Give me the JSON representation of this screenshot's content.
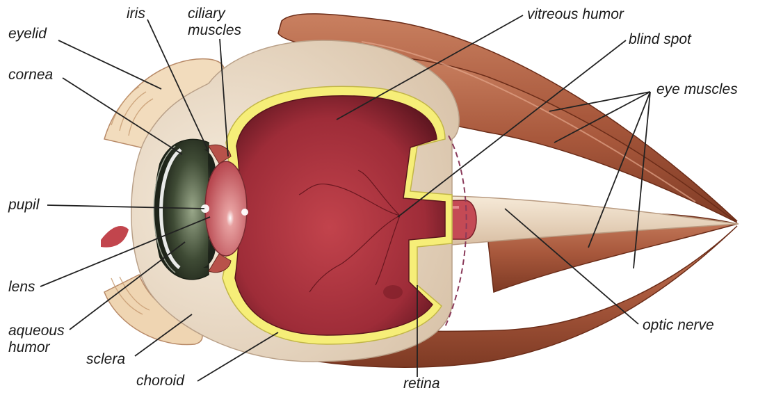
{
  "labels": {
    "eyelid": "eyelid",
    "cornea": "cornea",
    "iris": "iris",
    "ciliary_muscles": [
      "ciliary",
      "muscles"
    ],
    "vitreous_humor": "vitreous humor",
    "blind_spot": "blind spot",
    "eye_muscles": "eye muscles",
    "pupil": "pupil",
    "lens": "lens",
    "aqueous_humor": [
      "aqueous",
      "humor"
    ],
    "sclera": "sclera",
    "choroid": "choroid",
    "retina": "retina",
    "optic_nerve": "optic nerve"
  },
  "colors": {
    "muscle": "#b5684a",
    "muscle_dark": "#7a3320",
    "sclera": "#eee0cc",
    "choroid_yellow": "#f7ef7a",
    "vitreous": "#a8323f",
    "vitreous_dark": "#6b1a22",
    "lens": "#c8565a",
    "iris": "#2e3a2a",
    "optic_nerve": "#eedcc8",
    "skin": "#f1d9b8",
    "leader_line": "#222222"
  }
}
